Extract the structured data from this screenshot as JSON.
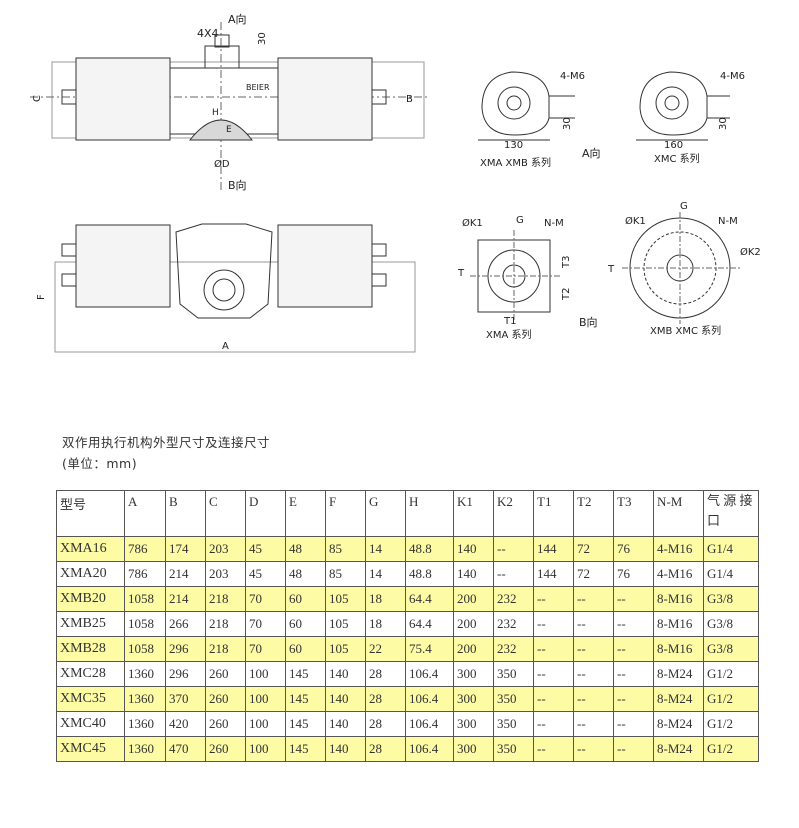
{
  "drawing": {
    "labels": {
      "key": "4X4",
      "dir_a": "A向",
      "dir_b": "B向",
      "dim_30": "30",
      "dim_c": "C",
      "dim_b": "B",
      "brand": "BEIER",
      "dim_h": "H",
      "dim_e": "E",
      "dim_d": "ØD",
      "dim_f": "F",
      "dim_a": "A",
      "thread_4m6": "4-M6",
      "dim_130": "130",
      "dim_160": "160",
      "series_xma_xmb": "XMA  XMB 系列",
      "series_xmc": "XMC 系列",
      "k1": "ØK1",
      "g": "G",
      "nm": "N-M",
      "t": "T",
      "t1": "T1",
      "t2": "T2",
      "t3": "T3",
      "k2": "ØK2",
      "series_xma": "XMA 系列",
      "series_xmb_xmc": "XMB  XMC 系列"
    }
  },
  "caption": {
    "title": "双作用执行机构外型尺寸及连接尺寸",
    "unit": "(单位：mm)"
  },
  "table": {
    "headers": [
      "型号",
      "A",
      "B",
      "C",
      "D",
      "E",
      "F",
      "G",
      "H",
      "K1",
      "K2",
      "T1",
      "T2",
      "T3",
      "N-M",
      "气 源 接口"
    ],
    "rows": [
      {
        "cells": [
          "XMA16",
          "786",
          "174",
          "203",
          "45",
          "48",
          "85",
          "14",
          "48.8",
          "140",
          "--",
          "144",
          "72",
          "76",
          "4-M16",
          "G1/4"
        ],
        "highlight": true
      },
      {
        "cells": [
          "XMA20",
          "786",
          "214",
          "203",
          "45",
          "48",
          "85",
          "14",
          "48.8",
          "140",
          "--",
          "144",
          "72",
          "76",
          "4-M16",
          "G1/4"
        ],
        "highlight": false
      },
      {
        "cells": [
          "XMB20",
          "1058",
          "214",
          "218",
          "70",
          "60",
          "105",
          "18",
          "64.4",
          "200",
          "232",
          "--",
          "--",
          "--",
          "8-M16",
          "G3/8"
        ],
        "highlight": true
      },
      {
        "cells": [
          "XMB25",
          "1058",
          "266",
          "218",
          "70",
          "60",
          "105",
          "18",
          "64.4",
          "200",
          "232",
          "--",
          "--",
          "--",
          "8-M16",
          "G3/8"
        ],
        "highlight": false
      },
      {
        "cells": [
          "XMB28",
          "1058",
          "296",
          "218",
          "70",
          "60",
          "105",
          "22",
          "75.4",
          "200",
          "232",
          "--",
          "--",
          "--",
          "8-M16",
          "G3/8"
        ],
        "highlight": true
      },
      {
        "cells": [
          "XMC28",
          "1360",
          "296",
          "260",
          "100",
          "145",
          "140",
          "28",
          "106.4",
          "300",
          "350",
          "--",
          "--",
          "--",
          "8-M24",
          "G1/2"
        ],
        "highlight": false
      },
      {
        "cells": [
          "XMC35",
          "1360",
          "370",
          "260",
          "100",
          "145",
          "140",
          "28",
          "106.4",
          "300",
          "350",
          "--",
          "--",
          "--",
          "8-M24",
          "G1/2"
        ],
        "highlight": true
      },
      {
        "cells": [
          "XMC40",
          "1360",
          "420",
          "260",
          "100",
          "145",
          "140",
          "28",
          "106.4",
          "300",
          "350",
          "--",
          "--",
          "--",
          "8-M24",
          "G1/2"
        ],
        "highlight": false
      },
      {
        "cells": [
          "XMC45",
          "1360",
          "470",
          "260",
          "100",
          "145",
          "140",
          "28",
          "106.4",
          "300",
          "350",
          "--",
          "--",
          "--",
          "8-M24",
          "G1/2"
        ],
        "highlight": true
      }
    ]
  }
}
